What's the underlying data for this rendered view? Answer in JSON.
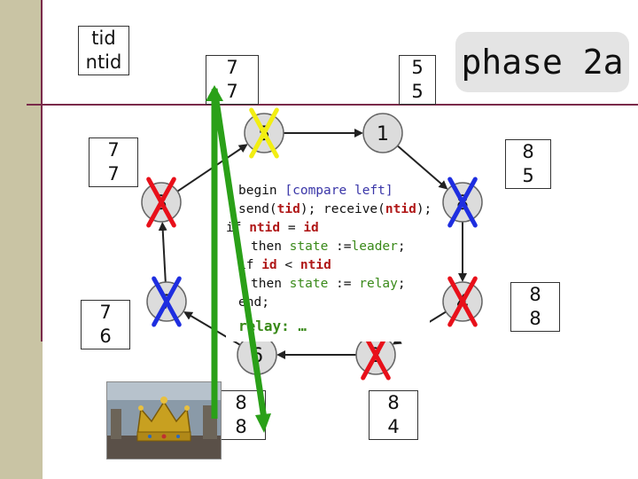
{
  "title": "phase 2a",
  "legend": {
    "line1": "tid",
    "line2": "ntid"
  },
  "nodes": [
    {
      "id": "5",
      "tid": "7",
      "ntid": "7"
    },
    {
      "id": "1",
      "tid": "5",
      "ntid": "5"
    },
    {
      "id": "8",
      "tid": "8",
      "ntid": "5"
    },
    {
      "id": "4",
      "tid": "8",
      "ntid": "8"
    },
    {
      "id": "2",
      "tid": "8",
      "ntid": "4"
    },
    {
      "id": "6",
      "tid": "8",
      "ntid": "8"
    },
    {
      "id": "7",
      "tid": "7",
      "ntid": "6"
    },
    {
      "id": "3",
      "tid": "7",
      "ntid": "7"
    }
  ],
  "code": {
    "l1a": "begin ",
    "l1b": "[compare left]",
    "l2a": "send(",
    "l2b": "tid",
    "l2c": "); receive(",
    "l2d": "ntid",
    "l2e": ");",
    "l3a": "if ",
    "l3b": "ntid",
    "l3c": " = ",
    "l3d": "id",
    "l4a": "then ",
    "l4b": "state",
    "l4c": " :=",
    "l4d": "leader",
    "l4e": ";",
    "l5a": "if ",
    "l5b": "id",
    "l5c": " < ",
    "l5d": "ntid",
    "l6a": "then ",
    "l6b": "state",
    "l6c": " := ",
    "l6d": "relay",
    "l6e": ";",
    "l7": "end;",
    "l8": "relay: …"
  },
  "colors": {
    "node_fill": "#dcdcdc",
    "arrow": "#222222",
    "cross_red": "#e8101a",
    "cross_blue": "#1e2ee0",
    "cross_yellow": "#f2ee12",
    "pointer_green": "#2aa018",
    "accent_rule": "#7a2a4a",
    "side_strip": "#c9c4a4"
  }
}
